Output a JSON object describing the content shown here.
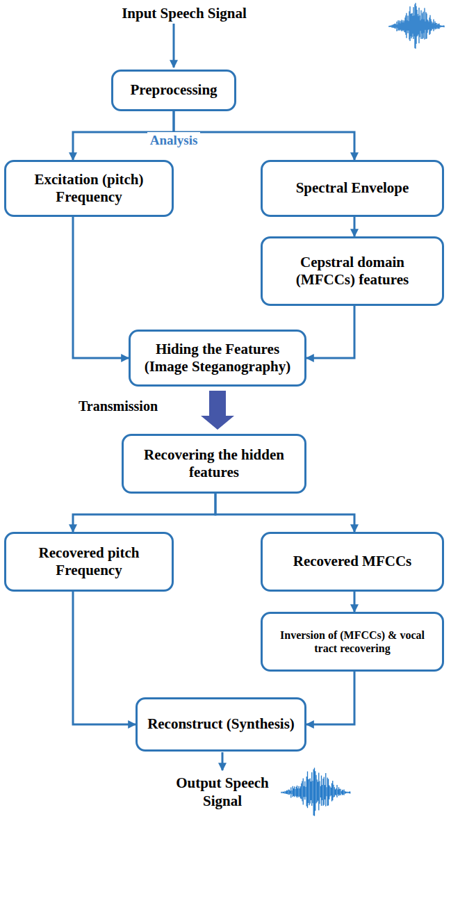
{
  "diagram": {
    "nodes": [
      {
        "text": [
          "Preprocessing"
        ]
      },
      {
        "text": [
          "Excitation (pitch) Frequency"
        ]
      },
      {
        "text": [
          "Spectral Envelope"
        ]
      },
      {
        "text": [
          "Cepstral domain (MFCCs) features"
        ]
      },
      {
        "text": [
          "Hiding the Features (Image Steganography)"
        ]
      },
      {
        "text": [
          "Recovering the hidden features"
        ]
      },
      {
        "text": [
          "Recovered pitch Frequency"
        ]
      },
      {
        "text": [
          "Recovered MFCCs"
        ]
      },
      {
        "text": [
          "Inversion of (MFCCs) & vocal tract recovering"
        ]
      },
      {
        "text": [
          "Reconstruct (Synthesis)"
        ]
      }
    ],
    "edges": [
      {
        "from": 0,
        "to": 1,
        "arrow": "to"
      },
      {
        "from": 0,
        "to": 2,
        "arrow": "to"
      },
      {
        "from": 2,
        "to": 3,
        "arrow": "to"
      },
      {
        "from": 1,
        "to": 4,
        "arrow": "to"
      },
      {
        "from": 3,
        "to": 4,
        "arrow": "to"
      },
      {
        "from": 4,
        "to": 5,
        "arrow": "to"
      },
      {
        "from": 5,
        "to": 6,
        "arrow": "to"
      },
      {
        "from": 5,
        "to": 7,
        "arrow": "to"
      },
      {
        "from": 7,
        "to": 8,
        "arrow": "to"
      },
      {
        "from": 6,
        "to": 9,
        "arrow": "to"
      },
      {
        "from": 8,
        "to": 9,
        "arrow": "to"
      }
    ],
    "labels": [
      "Input Speech Signal",
      "Analysis",
      "Transmission",
      "Output Speech Signal"
    ]
  }
}
